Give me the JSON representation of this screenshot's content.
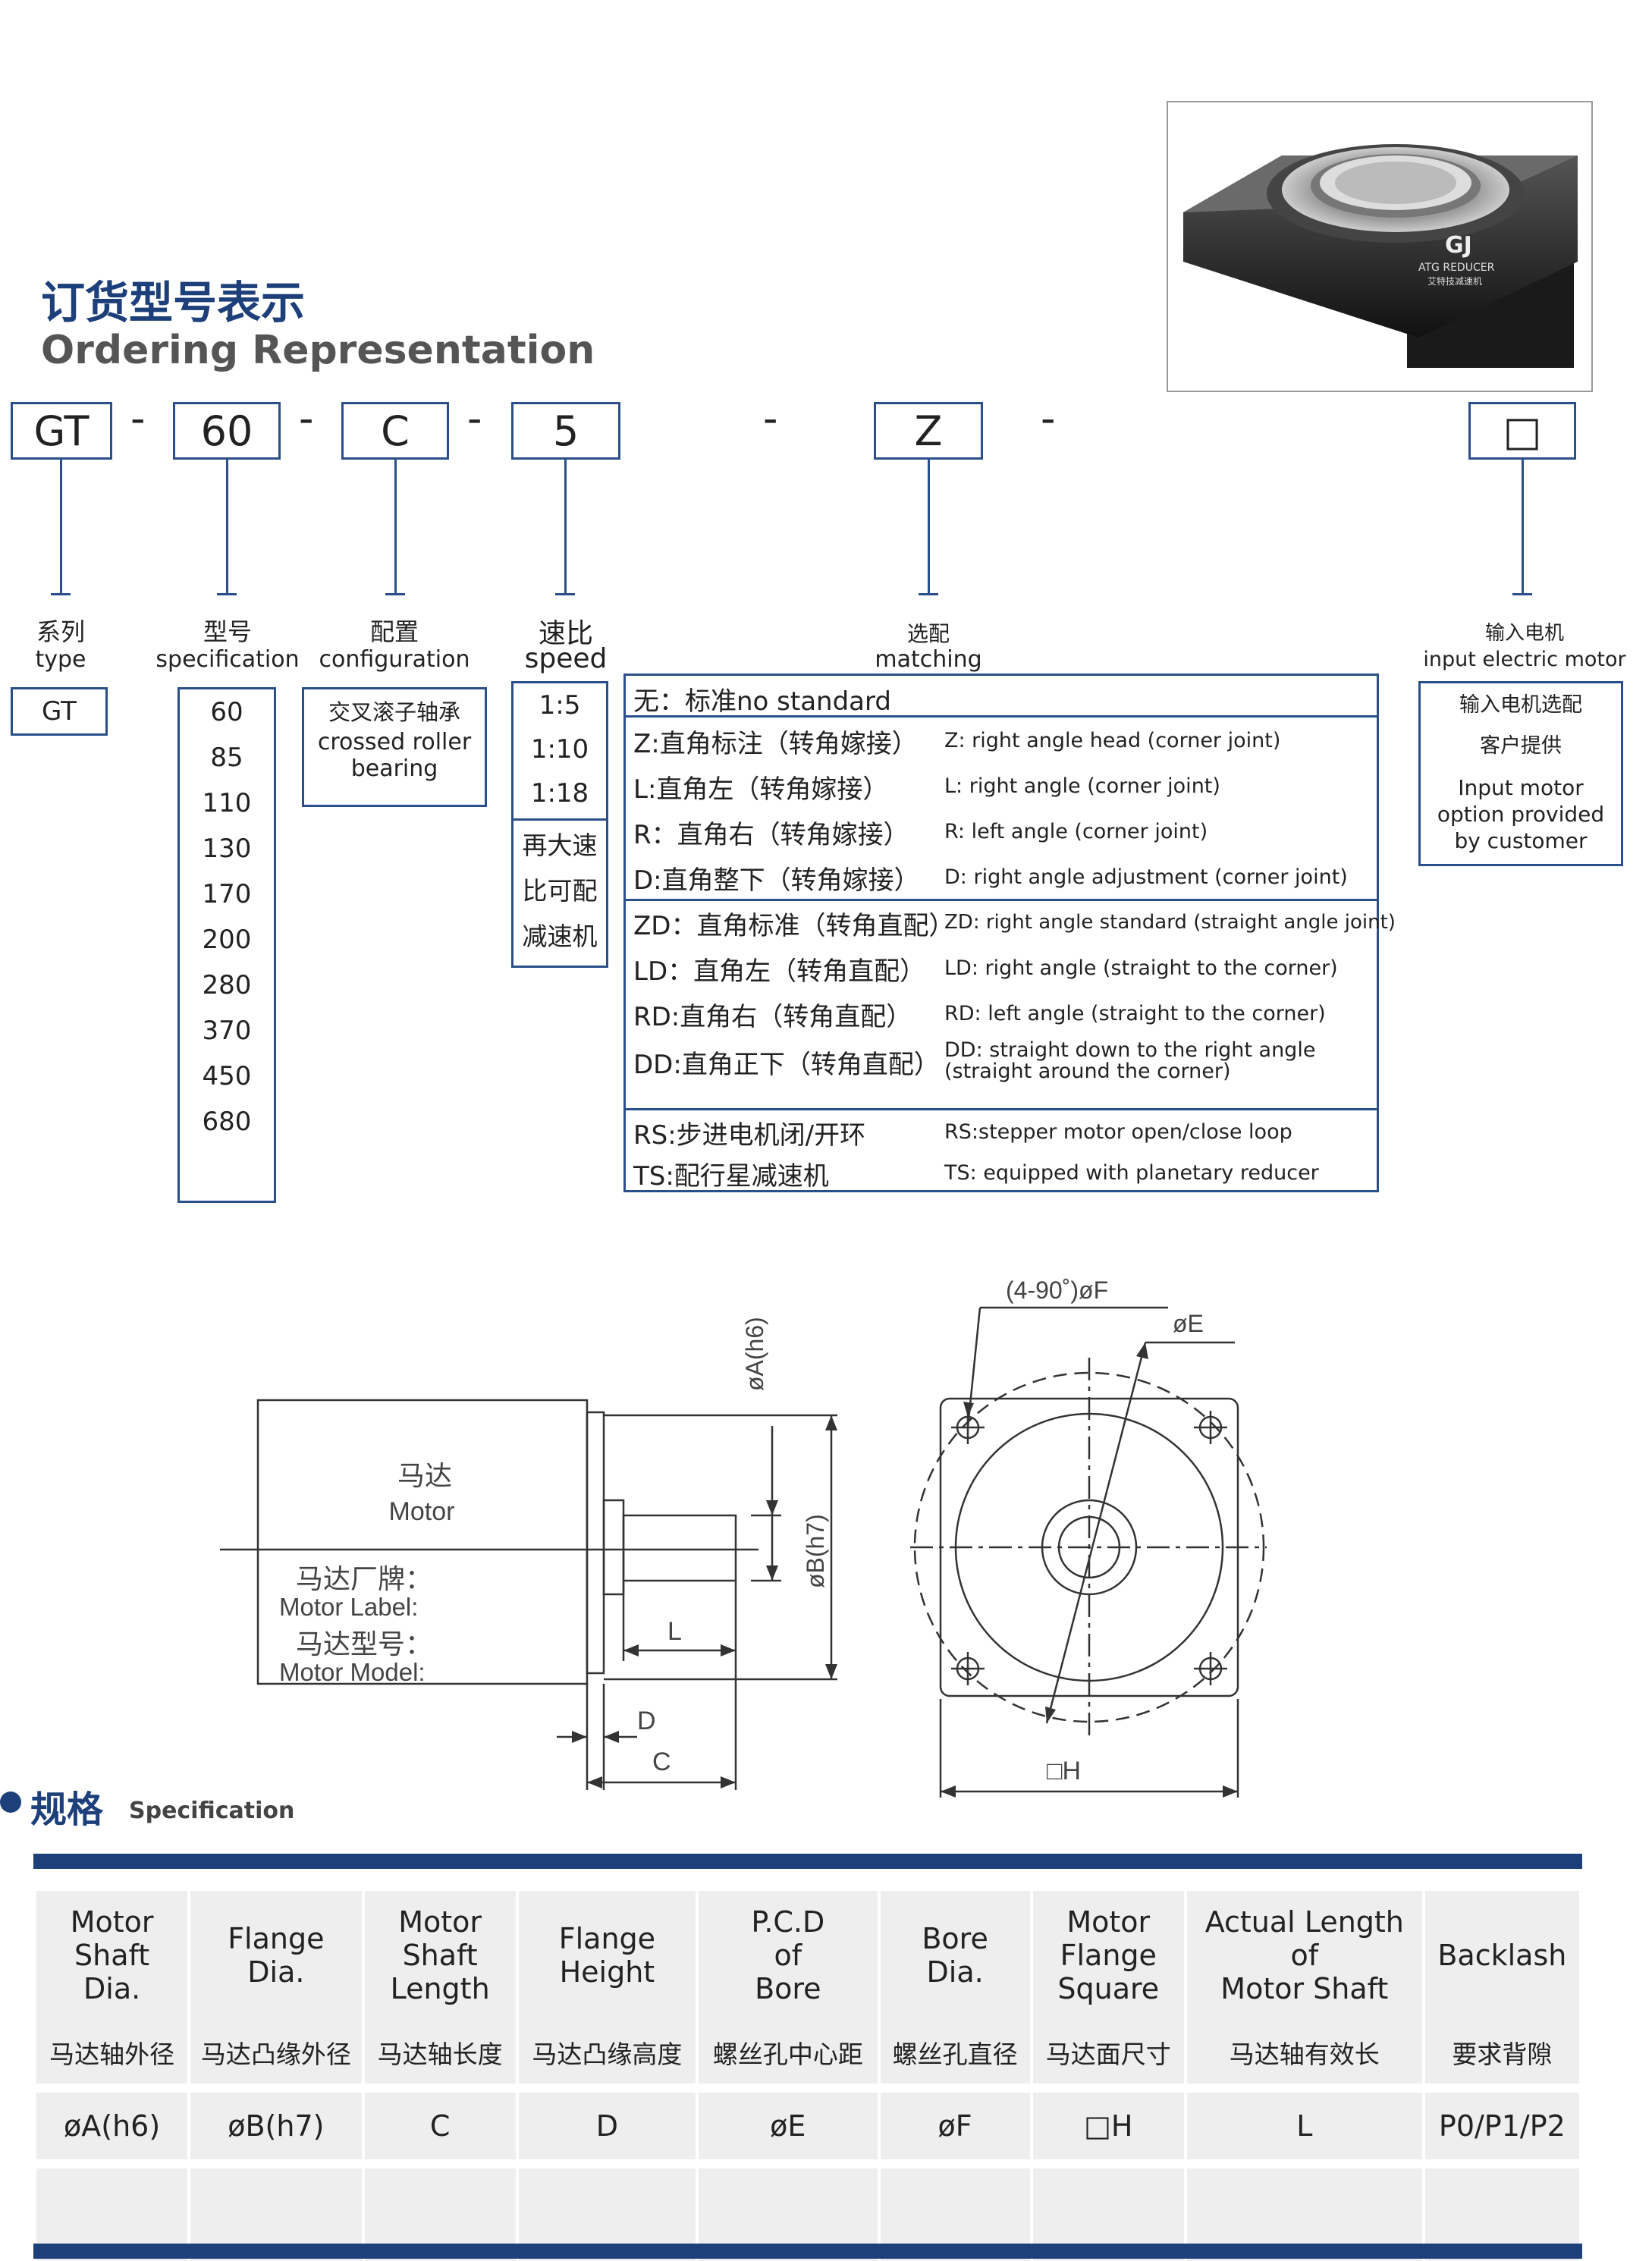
{
  "heading": {
    "cn": "订货型号表示",
    "en": "Ordering Representation"
  },
  "code": {
    "parts": [
      "GT",
      "60",
      "C",
      "5",
      "Z",
      "□"
    ],
    "dash": "-"
  },
  "labels": {
    "type": {
      "cn": "系列",
      "en": "type"
    },
    "spec": {
      "cn": "型号",
      "en": "specification"
    },
    "config": {
      "cn": "配置",
      "en": "configuration"
    },
    "speed": {
      "cn": "速比",
      "en": "speed"
    },
    "matching": {
      "cn": "选配",
      "en": "matching"
    },
    "motor": {
      "cn": "输入电机",
      "en": "input electric motor"
    }
  },
  "type_values": [
    "GT"
  ],
  "spec_values": [
    "60",
    "85",
    "110",
    "130",
    "170",
    "200",
    "280",
    "370",
    "450",
    "680"
  ],
  "config_box": {
    "cn": "交叉滚子轴承",
    "en1": "crossed roller",
    "en2": "bearing"
  },
  "speed_values": [
    "1:5",
    "1:10",
    "1:18"
  ],
  "speed_note": [
    "再大速",
    "比可配",
    "减速机"
  ],
  "matching": {
    "header": "无：标准no standard",
    "group1": [
      {
        "cn": "Z:直角标注（转角嫁接）",
        "en": "Z: right angle head (corner joint)"
      },
      {
        "cn": "L:直角左（转角嫁接）",
        "en": "L: right angle (corner joint)"
      },
      {
        "cn": "R：直角右（转角嫁接）",
        "en": "R: left angle (corner joint)"
      },
      {
        "cn": "D:直角整下（转角嫁接）",
        "en": "D: right angle adjustment (corner joint)"
      }
    ],
    "group2": [
      {
        "cn": "ZD：直角标准（转角直配）",
        "en": "ZD: right angle standard (straight angle joint)"
      },
      {
        "cn": "LD：直角左（转角直配）",
        "en": "LD: right angle (straight to the corner)"
      },
      {
        "cn": "RD:直角右（转角直配）",
        "en": "RD: left angle (straight to the corner)"
      },
      {
        "cn": "DD:直角正下（转角直配）",
        "en": "DD: straight down to the right angle",
        "en2": "(straight around the corner)"
      }
    ],
    "group3": [
      {
        "cn": "RS:步进电机闭/开环",
        "en": "RS:stepper motor open/close loop"
      },
      {
        "cn": "TS:配行星减速机",
        "en": "TS: equipped with planetary reducer"
      }
    ]
  },
  "motor_box": {
    "line1": "输入电机选配",
    "line2": "客户提供",
    "line3": "Input motor",
    "line4": "option provided",
    "line5": "by customer"
  },
  "photo": {
    "brand": "ATG REDUCER",
    "sub": "艾特技减速机",
    "logo": "GJ"
  },
  "drawing": {
    "motor_cn": "马达",
    "motor_en": "Motor",
    "label_cn": "马达厂牌：",
    "label_en": "Motor Label:",
    "model_cn": "马达型号：",
    "model_en": "Motor Model:",
    "dim_A": "øA(h6)",
    "dim_B": "øB(h7)",
    "dim_L": "L",
    "dim_D": "D",
    "dim_C": "C",
    "dim_F": "(4-90˚)øF",
    "dim_E": "øE",
    "dim_H": "□H"
  },
  "spec_section": {
    "cn": "规格",
    "en": "Specification"
  },
  "spec_table": {
    "headers": [
      "Motor\nShaft\nDia.",
      "Flange\nDia.",
      "Motor\nShaft\nLength",
      "Flange\nHeight",
      "P.C.D\nof\nBore",
      "Bore\nDia.",
      "Motor\nFlange\nSquare",
      "Actual Length\nof\nMotor Shaft",
      "Backlash"
    ],
    "cn": [
      "马达轴外径",
      "马达凸缘外径",
      "马达轴长度",
      "马达凸缘高度",
      "螺丝孔中心距",
      "螺丝孔直径",
      "马达面尺寸",
      "马达轴有效长",
      "要求背隙"
    ],
    "symbols": [
      "øA(h6)",
      "øB(h7)",
      "C",
      "D",
      "øE",
      "øF",
      "□H",
      "L",
      "P0/P1/P2"
    ]
  }
}
